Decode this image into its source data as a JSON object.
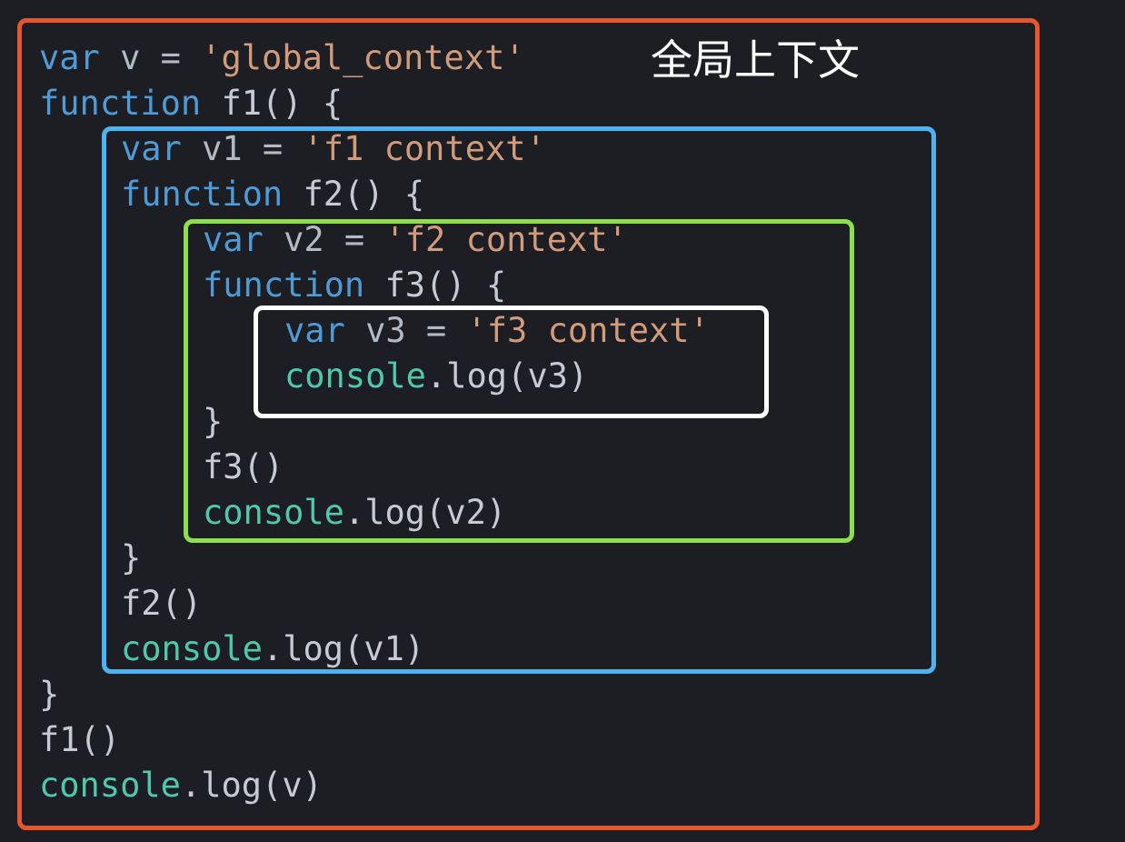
{
  "label": "全局上下文",
  "colors": {
    "background": "#1d1e23",
    "global_box": "#e5562e",
    "f1_box": "#4fb3f0",
    "f2_box": "#8ede4e",
    "f3_box": "#ffffff",
    "keyword": "#4f9bd6",
    "identifier": "#b4bac4",
    "string": "#d29b7b",
    "console": "#4ec9a9",
    "punct": "#c6cbd3"
  },
  "lines": [
    {
      "indent": 0,
      "tokens": [
        {
          "t": "var",
          "c": "keyword"
        },
        {
          "t": " v = ",
          "c": "identifier"
        },
        {
          "t": "'global_context'",
          "c": "string"
        }
      ]
    },
    {
      "indent": 0,
      "tokens": [
        {
          "t": "function",
          "c": "keyword"
        },
        {
          "t": " f1() {",
          "c": "punct"
        }
      ]
    },
    {
      "indent": 1,
      "tokens": [
        {
          "t": "var",
          "c": "keyword"
        },
        {
          "t": " v1 = ",
          "c": "identifier"
        },
        {
          "t": "'f1 context'",
          "c": "string"
        }
      ]
    },
    {
      "indent": 1,
      "tokens": [
        {
          "t": "function",
          "c": "keyword"
        },
        {
          "t": " f2() {",
          "c": "punct"
        }
      ]
    },
    {
      "indent": 2,
      "tokens": [
        {
          "t": "var",
          "c": "keyword"
        },
        {
          "t": " v2 = ",
          "c": "identifier"
        },
        {
          "t": "'f2 context'",
          "c": "string"
        }
      ]
    },
    {
      "indent": 2,
      "tokens": [
        {
          "t": "function",
          "c": "keyword"
        },
        {
          "t": " f3() {",
          "c": "punct"
        }
      ]
    },
    {
      "indent": 3,
      "tokens": [
        {
          "t": "var",
          "c": "keyword"
        },
        {
          "t": " v3 = ",
          "c": "identifier"
        },
        {
          "t": "'f3 context'",
          "c": "string"
        }
      ]
    },
    {
      "indent": 3,
      "tokens": [
        {
          "t": "console",
          "c": "console"
        },
        {
          "t": ".log(v3)",
          "c": "punct"
        }
      ]
    },
    {
      "indent": 2,
      "tokens": [
        {
          "t": "}",
          "c": "punct"
        }
      ]
    },
    {
      "indent": 2,
      "tokens": [
        {
          "t": "f3()",
          "c": "punct"
        }
      ]
    },
    {
      "indent": 2,
      "tokens": [
        {
          "t": "console",
          "c": "console"
        },
        {
          "t": ".log(v2)",
          "c": "punct"
        }
      ]
    },
    {
      "indent": 1,
      "tokens": [
        {
          "t": "}",
          "c": "punct"
        }
      ]
    },
    {
      "indent": 1,
      "tokens": [
        {
          "t": "f2()",
          "c": "punct"
        }
      ]
    },
    {
      "indent": 1,
      "tokens": [
        {
          "t": "console",
          "c": "console"
        },
        {
          "t": ".log(v1)",
          "c": "punct"
        }
      ]
    },
    {
      "indent": 0,
      "tokens": [
        {
          "t": "}",
          "c": "punct"
        }
      ]
    },
    {
      "indent": 0,
      "tokens": [
        {
          "t": "f1()",
          "c": "punct"
        }
      ]
    },
    {
      "indent": 0,
      "tokens": [
        {
          "t": "console",
          "c": "console"
        },
        {
          "t": ".log(v)",
          "c": "punct"
        }
      ]
    }
  ]
}
